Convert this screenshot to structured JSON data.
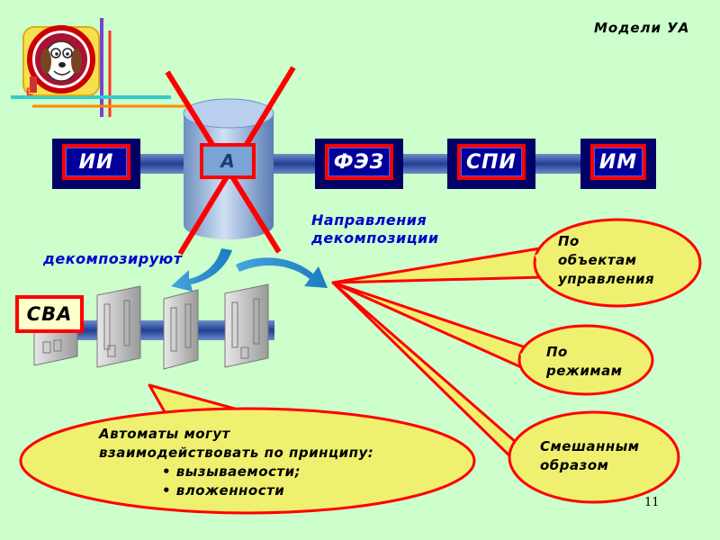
{
  "slide": {
    "title": "Модели УА",
    "page_number": "11"
  },
  "chain": {
    "boxes": [
      {
        "label": "ИИ"
      },
      {
        "label": "А"
      },
      {
        "label": "ФЭЗ"
      },
      {
        "label": "СПИ"
      },
      {
        "label": "ИМ"
      }
    ]
  },
  "sva_label": "СВА",
  "labels": {
    "decompose": "декомпозируют",
    "directions_line1": "Направления",
    "directions_line2": "декомпозиции"
  },
  "bubbles": {
    "by_objects": [
      "По",
      "объектам",
      "управления"
    ],
    "by_modes": [
      "По",
      "режимам"
    ],
    "mixed": [
      "Смешанным",
      "образом"
    ]
  },
  "interaction_bubble": {
    "line1": "Автоматы могут",
    "line2": "взаимодействовать по принципу:",
    "bullet1": "• вызываемости;",
    "bullet2": "• вложенности"
  },
  "colors": {
    "background": "#ccffcc",
    "box_outer": "#000066",
    "box_border": "#ff0000",
    "box_fill": "#000099",
    "bubble_fill": "#f0f070",
    "bubble_border": "#ff0000",
    "connector": "#3355aa",
    "cross": "#ff0000",
    "heading_text": "#0000cc"
  }
}
